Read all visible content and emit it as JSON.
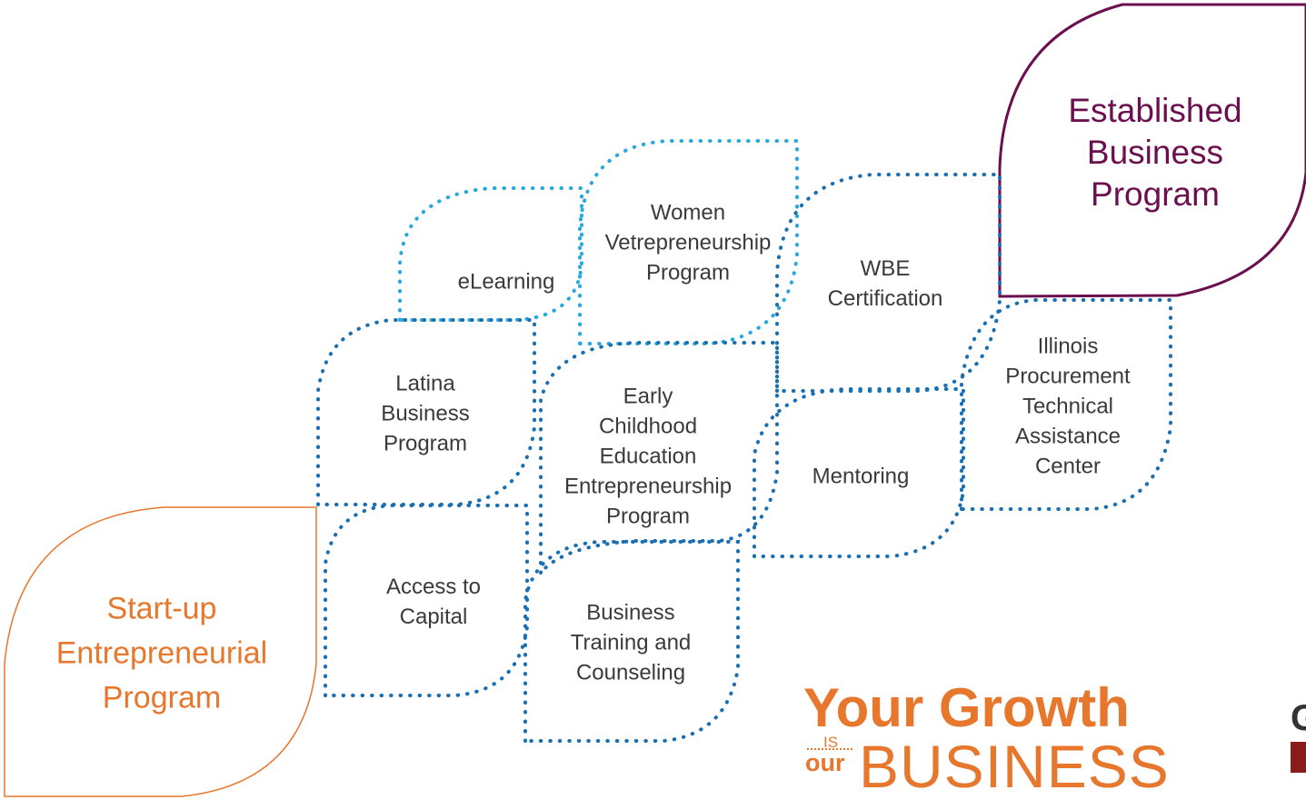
{
  "diagram": {
    "nodes": [
      {
        "id": "established",
        "lines": [
          "Established",
          "Business",
          "Program"
        ],
        "color": "#6b0f4e"
      },
      {
        "id": "startup",
        "lines": [
          "Start-up",
          "Entrepreneurial",
          "Program"
        ],
        "color": "#e8772e"
      },
      {
        "id": "elearning",
        "lines": [
          "eLearning"
        ]
      },
      {
        "id": "women-vet",
        "lines": [
          "Women",
          "Vetrepreneurship",
          "Program"
        ]
      },
      {
        "id": "wbe",
        "lines": [
          "WBE",
          "Certification"
        ]
      },
      {
        "id": "latina",
        "lines": [
          "Latina",
          "Business",
          "Program"
        ]
      },
      {
        "id": "early-childhood",
        "lines": [
          "Early",
          "Childhood",
          "Education",
          "Entrepreneurship",
          "Program"
        ]
      },
      {
        "id": "mentoring",
        "lines": [
          "Mentoring"
        ]
      },
      {
        "id": "illinois-ptac",
        "lines": [
          "Illinois",
          "Procurement",
          "Technical",
          "Assistance",
          "Center"
        ]
      },
      {
        "id": "access-capital",
        "lines": [
          "Access to",
          "Capital"
        ]
      },
      {
        "id": "business-training",
        "lines": [
          "Business",
          "Training and",
          "Counseling"
        ]
      }
    ]
  },
  "logo": {
    "line1": "Your Growth",
    "is": "IS",
    "our": "our",
    "line2": "BUSINESS",
    "color": "#e8772e"
  },
  "corner_logo": {
    "letter": "G"
  },
  "colors": {
    "dotted_light": "#29a8e0",
    "dotted_dark": "#1a6fb3",
    "text": "#3a3a3a"
  }
}
